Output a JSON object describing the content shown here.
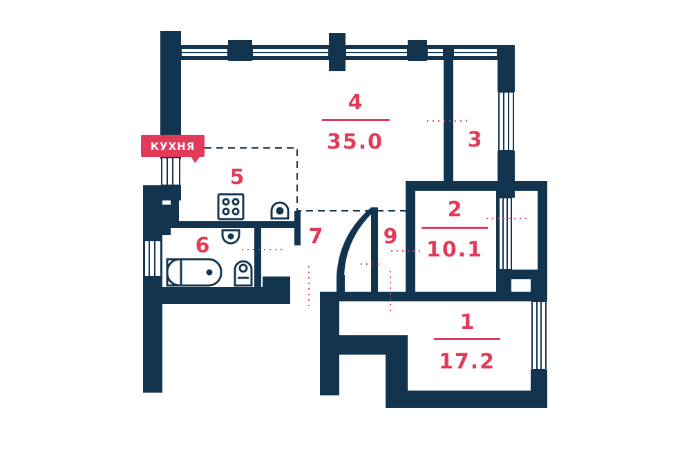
{
  "colors": {
    "wall": "#13344f",
    "accent": "#e23b5a",
    "background": "#ffffff"
  },
  "kitchen_tag": "КУХНЯ",
  "rooms": [
    {
      "id": "1",
      "number": "1",
      "area": "17.2"
    },
    {
      "id": "2",
      "number": "2",
      "area": "10.1"
    },
    {
      "id": "3",
      "number": "3"
    },
    {
      "id": "4",
      "number": "4",
      "area": "35.0"
    },
    {
      "id": "5",
      "number": "5"
    },
    {
      "id": "6",
      "number": "6"
    },
    {
      "id": "7",
      "number": "7"
    },
    {
      "id": "9",
      "number": "9"
    }
  ],
  "icons": [
    "stove-icon",
    "boiler-icon",
    "sink-icon",
    "bathtub-icon",
    "toilet-icon"
  ]
}
